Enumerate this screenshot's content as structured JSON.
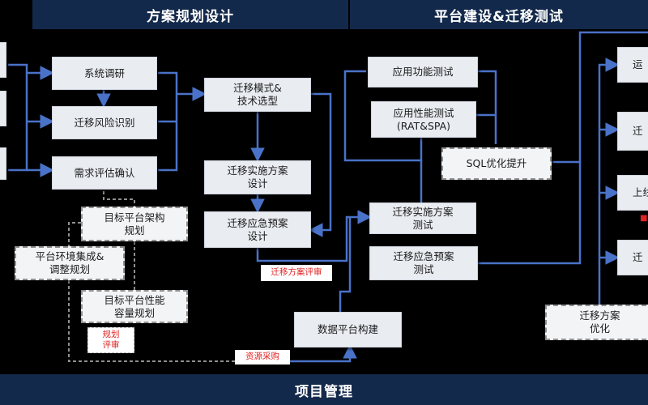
{
  "headers": {
    "planning": "方案规划设计",
    "platform": "平台建设&迁移测试",
    "project": "项目管理"
  },
  "boxes": {
    "research": "系统调研",
    "risk": "迁移风险识别",
    "needs": "需求评估确认",
    "mode": "迁移模式&\n技术选型",
    "impl_design": "迁移实施方案\n设计",
    "emerg_design": "迁移应急预案\n设计",
    "target_arch": "目标平台架构\n规划",
    "env_integration": "平台环境集成&\n调整规划",
    "target_perf": "目标平台性能\n容量规划",
    "func_test": "应用功能测试",
    "perf_test": "应用性能测试\n(RAT&SPA)",
    "sql_opt": "SQL优化提升",
    "impl_test": "迁移实施方案\n测试",
    "emerg_test": "迁移应急预案\n测试",
    "data_platform": "数据平台构建",
    "optimize": "迁移方案\n优化",
    "right_1": "运",
    "right_2": "迁",
    "right_3": "上线",
    "right_4": "迁"
  },
  "tags": {
    "plan_review": "迁移方案评审",
    "review": "规划\n评审",
    "procurement": "资源采购"
  },
  "colors": {
    "header_bg": "#13294b",
    "arrow": "#4a72c8",
    "box_bg": "#e9ecf1",
    "tag_text": "#e02222"
  }
}
